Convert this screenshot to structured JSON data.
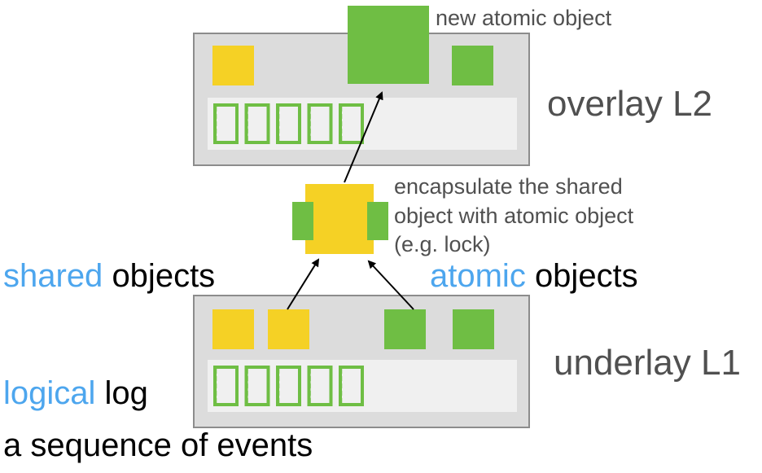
{
  "labels": {
    "new_atomic_object": "new atomic object",
    "overlay": "overlay L2",
    "underlay": "underlay L1",
    "encapsulate_line1": "encapsulate the shared",
    "encapsulate_line2": "object with atomic object",
    "encapsulate_line3": "(e.g. lock)",
    "shared_word": "shared",
    "shared_rest": "objects",
    "atomic_word": "atomic",
    "atomic_rest": "objects",
    "logical_word": "logical",
    "logical_rest": "log",
    "sequence": "a sequence of events"
  },
  "colors": {
    "layer_fill": "#dcdcdc",
    "layer_border": "#8c8c8c",
    "log_strip": "#f0f0f0",
    "shared_object": "#f5d125",
    "atomic_object": "#6fbe44",
    "log_event_outline": "#6fbe44",
    "highlight_blue": "#4da6ee",
    "text_gray": "#505050"
  },
  "log_events": {
    "overlay_count": 5,
    "underlay_count": 5
  }
}
